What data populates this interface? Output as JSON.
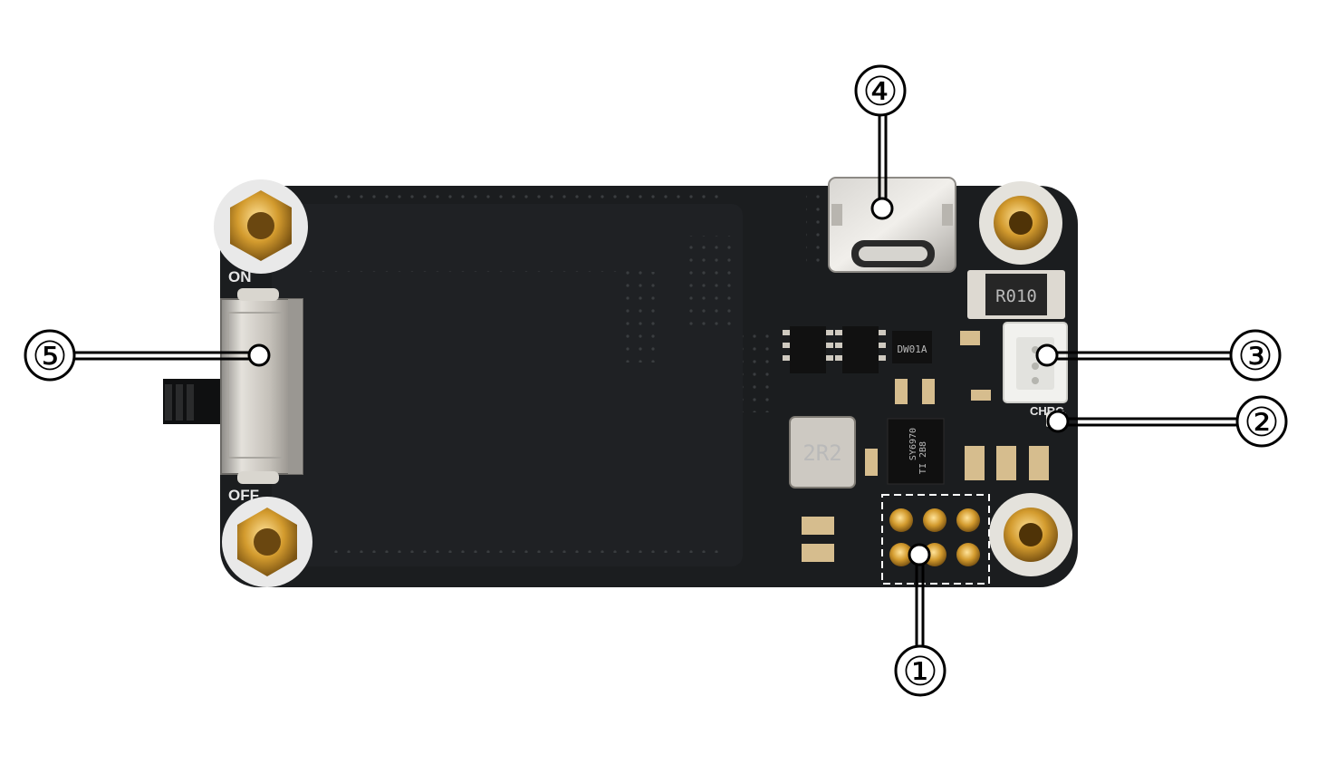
{
  "board": {
    "silkscreen": {
      "on": "ON",
      "off": "OFF",
      "chrg": "CHRG"
    },
    "markings": {
      "inductor": "2R2",
      "shunt": "R010",
      "ic_small": "DW01A",
      "ic_main_1": "SY6970",
      "ic_main_2": "TI 2B8"
    },
    "colors": {
      "pcb": "#1b1d1f",
      "gold": "#c9952c",
      "silver": "#c8c4bd",
      "connector": "#f1f1ee"
    }
  },
  "callouts": [
    {
      "id": "1",
      "label": "①"
    },
    {
      "id": "2",
      "label": "②"
    },
    {
      "id": "3",
      "label": "③"
    },
    {
      "id": "4",
      "label": "④"
    },
    {
      "id": "5",
      "label": "⑤"
    }
  ]
}
